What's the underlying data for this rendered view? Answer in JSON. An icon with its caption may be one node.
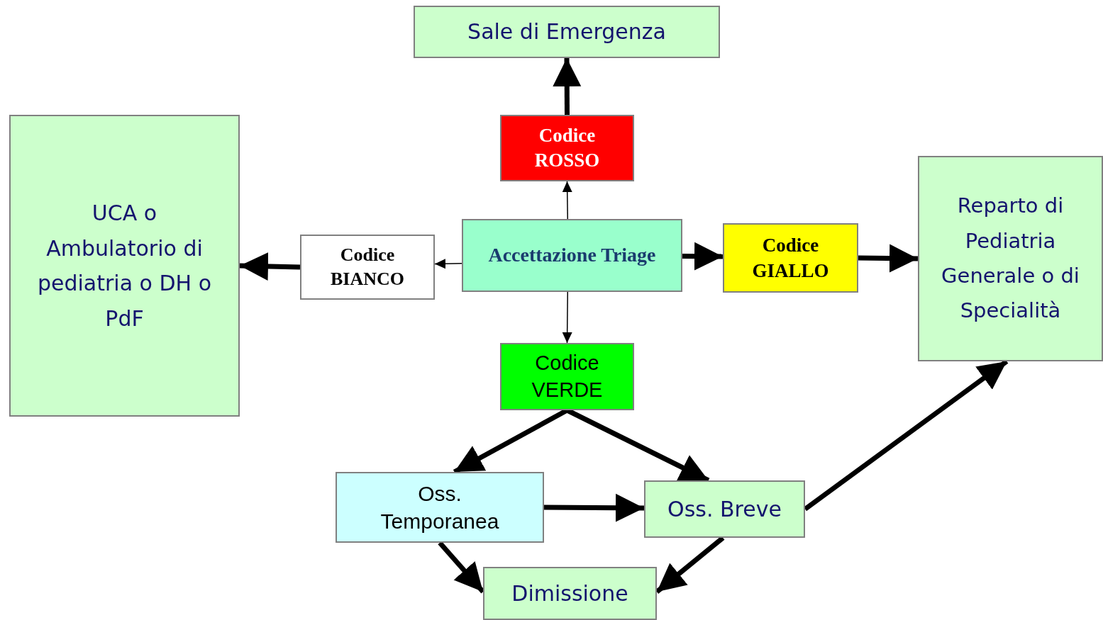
{
  "diagram": {
    "nodes": [
      {
        "text": [
          "Sale di Emergenza"
        ]
      },
      {
        "text": [
          "Codice ROSSO"
        ]
      },
      {
        "text": [
          "UCA o Ambulatorio di pediatria o DH o PdF"
        ]
      },
      {
        "text": [
          "Codice BIANCO"
        ]
      },
      {
        "text": [
          "Accettazione Triage"
        ]
      },
      {
        "text": [
          "Codice GIALLO"
        ]
      },
      {
        "text": [
          "Reparto di Pediatria Generale o di Specialità"
        ]
      },
      {
        "text": [
          "Codice VERDE"
        ]
      },
      {
        "text": [
          "Oss. Temporanea"
        ]
      },
      {
        "text": [
          "Oss. Breve"
        ]
      },
      {
        "text": [
          "Dimissione"
        ]
      }
    ],
    "edges": [
      {
        "from": 1,
        "to": 0,
        "arrow": "to"
      },
      {
        "from": 4,
        "to": 1,
        "arrow": "to"
      },
      {
        "from": 4,
        "to": 3,
        "arrow": "to"
      },
      {
        "from": 3,
        "to": 2,
        "arrow": "to"
      },
      {
        "from": 4,
        "to": 5,
        "arrow": "to"
      },
      {
        "from": 5,
        "to": 6,
        "arrow": "to"
      },
      {
        "from": 4,
        "to": 7,
        "arrow": "to"
      },
      {
        "from": 7,
        "to": 8,
        "arrow": "to"
      },
      {
        "from": 7,
        "to": 9,
        "arrow": "to"
      },
      {
        "from": 8,
        "to": 9,
        "arrow": "to"
      },
      {
        "from": 9,
        "to": 6,
        "arrow": "to"
      },
      {
        "from": 8,
        "to": 10,
        "arrow": "to"
      },
      {
        "from": 9,
        "to": 10,
        "arrow": "to"
      }
    ]
  }
}
